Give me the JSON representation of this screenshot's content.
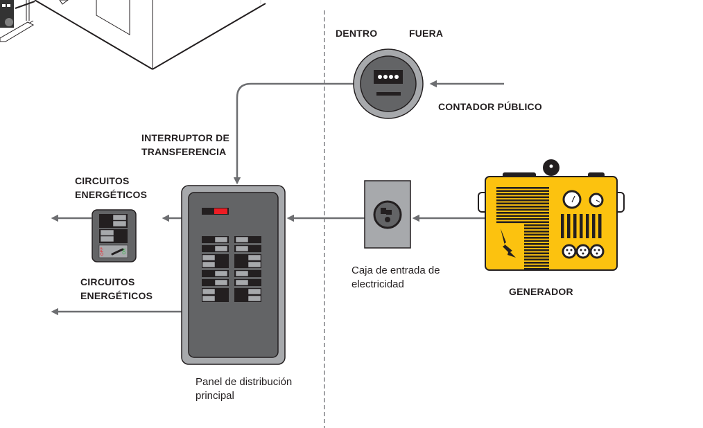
{
  "title": "Conexión de generador al panel de distribución",
  "colors": {
    "line": "#6d6e71",
    "meter_ring": "#a7a9ac",
    "meter_face": "#636466",
    "panel_outer": "#a7a9ac",
    "panel_inner": "#636466",
    "breaker_dark": "#231f20",
    "breaker_light": "#a7a9ac",
    "main_breaker": "#ed1c24",
    "inlet_box": "#a7a9ac",
    "generator_body": "#fcc20f",
    "outline": "#231f20",
    "off_label": "#ed1c24",
    "on_label": "#39b54a"
  },
  "labels": {
    "inside": "DENTRO",
    "outside": "FUERA",
    "utility_meter": "CONTADOR PÚBLICO",
    "transfer_switch_line1": "INTERRUPTOR DE",
    "transfer_switch_line2": "TRANSFERENCIA",
    "circuits_top_line1": "CIRCUITOS",
    "circuits_top_line2": "ENERGÉTICOS",
    "circuits_bottom_line1": "CIRCUITOS",
    "circuits_bottom_line2": "ENERGÉTICOS",
    "inlet_box_line1": "Caja de entrada de",
    "inlet_box_line2": "electricidad",
    "generator": "GENERADOR",
    "panel_line1": "Panel de distribución",
    "panel_line2": "principal",
    "switch_off": "OFF",
    "switch_on": "ON"
  },
  "components": {
    "meter_display_dots": 4,
    "panel_breaker_rows": 6,
    "generator_outlets": 3,
    "generator_gauges": 2,
    "generator_vent_bars": 7
  }
}
